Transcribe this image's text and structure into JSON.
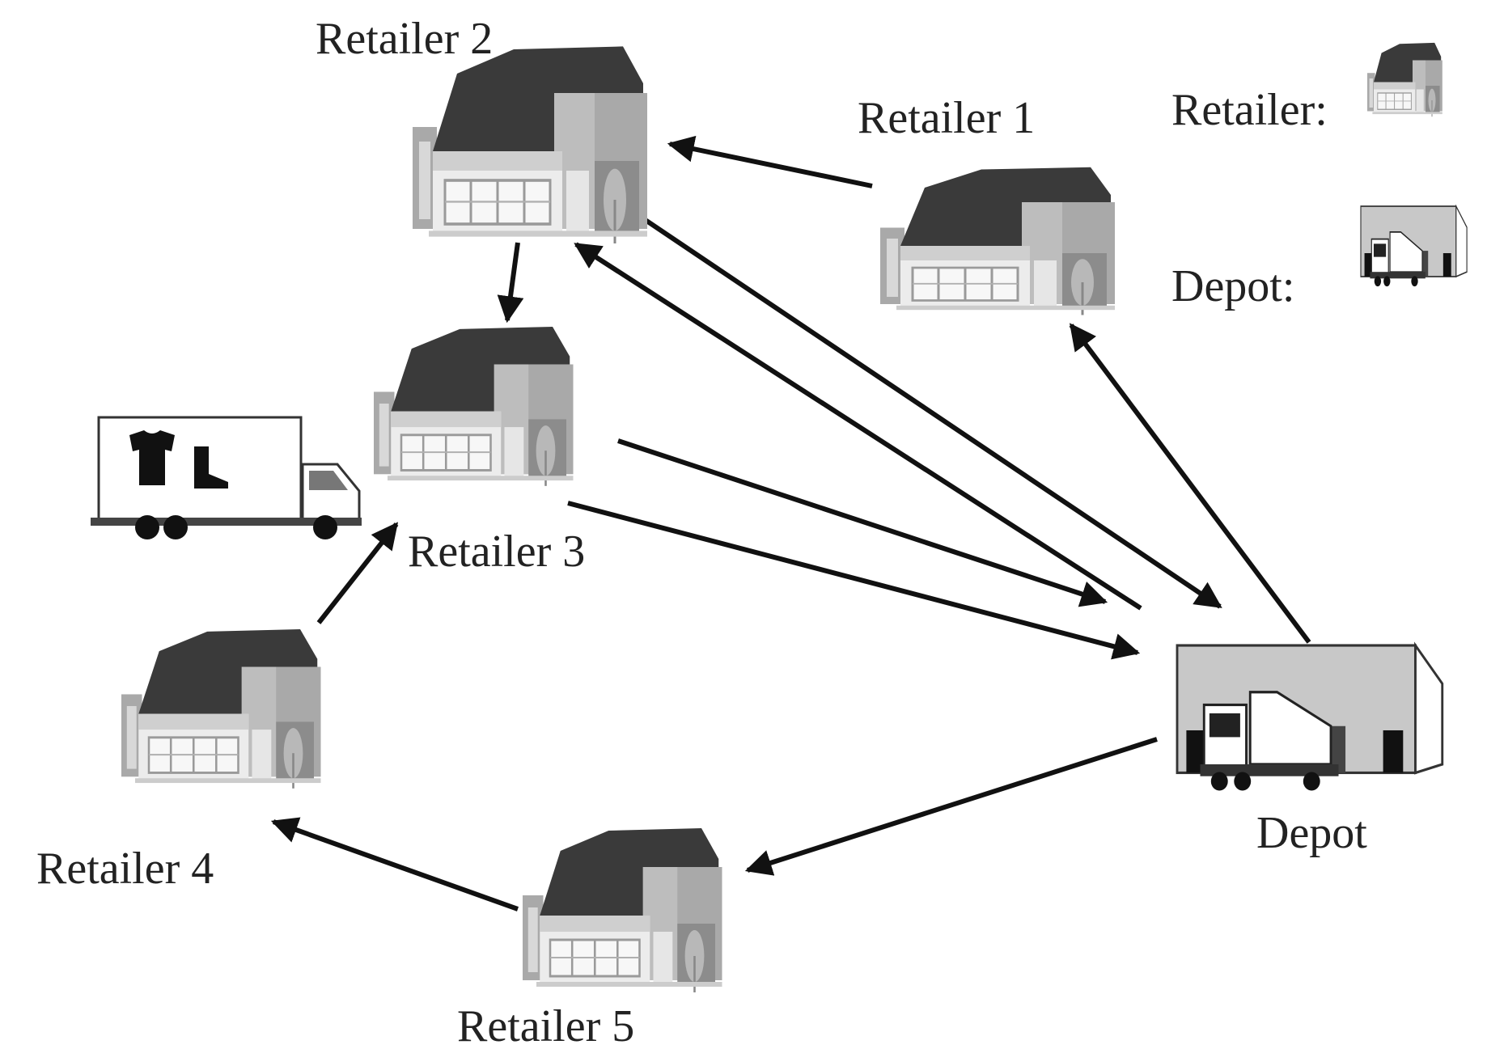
{
  "colors": {
    "ink": "#111111",
    "roof": "#3a3a3a",
    "wall_dark": "#8c8c8c",
    "wall_mid": "#a9a9a9",
    "wall_light": "#ececec",
    "depot_fill": "#c8c8c8"
  },
  "nodes": {
    "retailer1": {
      "label": "Retailer 1",
      "icon": "store-icon"
    },
    "retailer2": {
      "label": "Retailer 2",
      "icon": "store-icon"
    },
    "retailer3": {
      "label": "Retailer 3",
      "icon": "store-icon"
    },
    "retailer4": {
      "label": "Retailer 4",
      "icon": "store-icon"
    },
    "retailer5": {
      "label": "Retailer 5",
      "icon": "store-icon"
    },
    "depot": {
      "label": "Depot",
      "icon": "depot-icon"
    },
    "truck": {
      "icon": "delivery-truck-icon",
      "cargo": [
        "t-shirt-icon",
        "boot-icon"
      ]
    }
  },
  "legend": {
    "retailer_label": "Retailer:",
    "depot_label": "Depot:"
  },
  "edges": [
    {
      "from": "retailer1",
      "to": "retailer2"
    },
    {
      "from": "retailer2",
      "to": "retailer3"
    },
    {
      "from": "retailer2",
      "to": "depot"
    },
    {
      "from": "depot",
      "to": "retailer2"
    },
    {
      "from": "retailer3",
      "to": "depot"
    },
    {
      "from": "retailer3",
      "to": "depot"
    },
    {
      "from": "depot",
      "to": "retailer1"
    },
    {
      "from": "depot",
      "to": "retailer5"
    },
    {
      "from": "retailer5",
      "to": "retailer4"
    },
    {
      "from": "retailer4",
      "to": "retailer3"
    }
  ]
}
